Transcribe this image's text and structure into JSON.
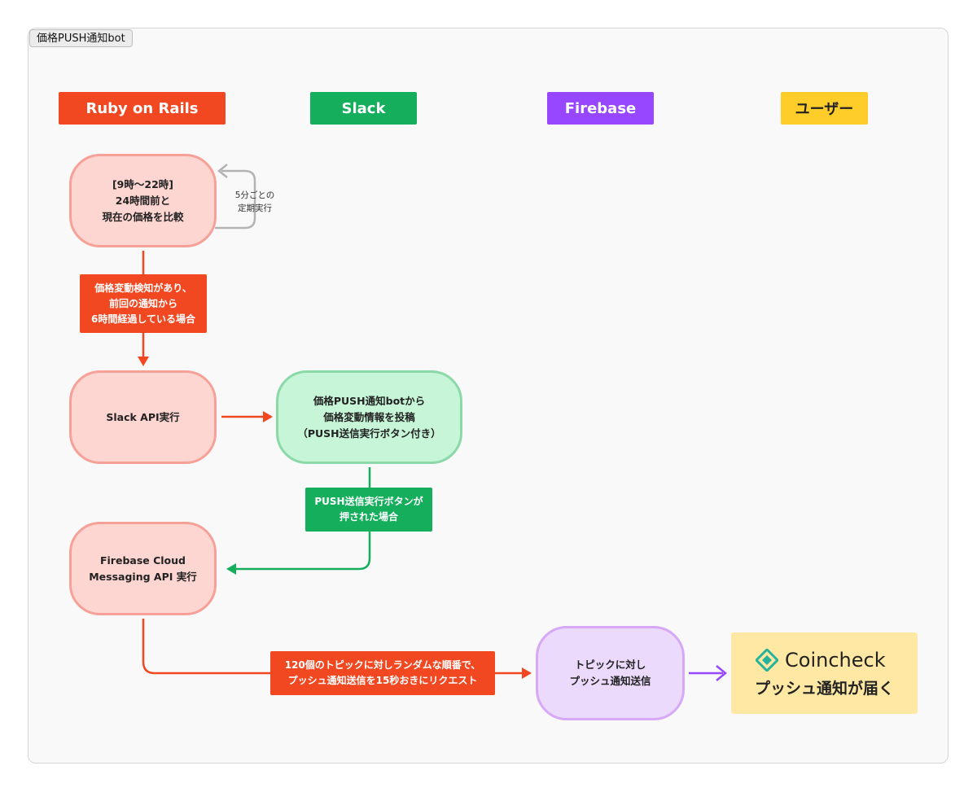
{
  "frame": {
    "title": "価格PUSH通知bot"
  },
  "lanes": {
    "rails": "Ruby on Rails",
    "slack": "Slack",
    "firebase": "Firebase",
    "user": "ユーザー"
  },
  "nodes": {
    "compare": "[9時〜22時]\n24時間前と\n現在の価格を比較",
    "slack_api": "Slack API実行",
    "slack_post": "価格PUSH通知botから\n価格変動情報を投稿\n（PUSH送信実行ボタン付き）",
    "fcm_api": "Firebase Cloud\nMessaging API  実行",
    "topic_send": "トピックに対し\nプッシュ通知送信"
  },
  "notes": {
    "periodic": "5分ごとの\n定期実行"
  },
  "labels": {
    "condition": "価格変動検知があり、\n前回の通知から\n6時間経過している場合",
    "button_pressed": "PUSH送信実行ボタンが\n押された場合",
    "request": "120個のトピックに対しランダムな順番で、\nプッシュ通知送信を15秒おきにリクエスト"
  },
  "result": {
    "brand": "Coincheck",
    "message": "プッシュ通知が届く"
  },
  "colors": {
    "rails": "#f24822",
    "slack": "#14ae5c",
    "firebase": "#9747ff",
    "user": "#ffcd29",
    "arrow_gray": "#b3b3b3",
    "arrow_red": "#f24822",
    "arrow_green": "#14ae5c",
    "arrow_purple": "#9747ff"
  }
}
